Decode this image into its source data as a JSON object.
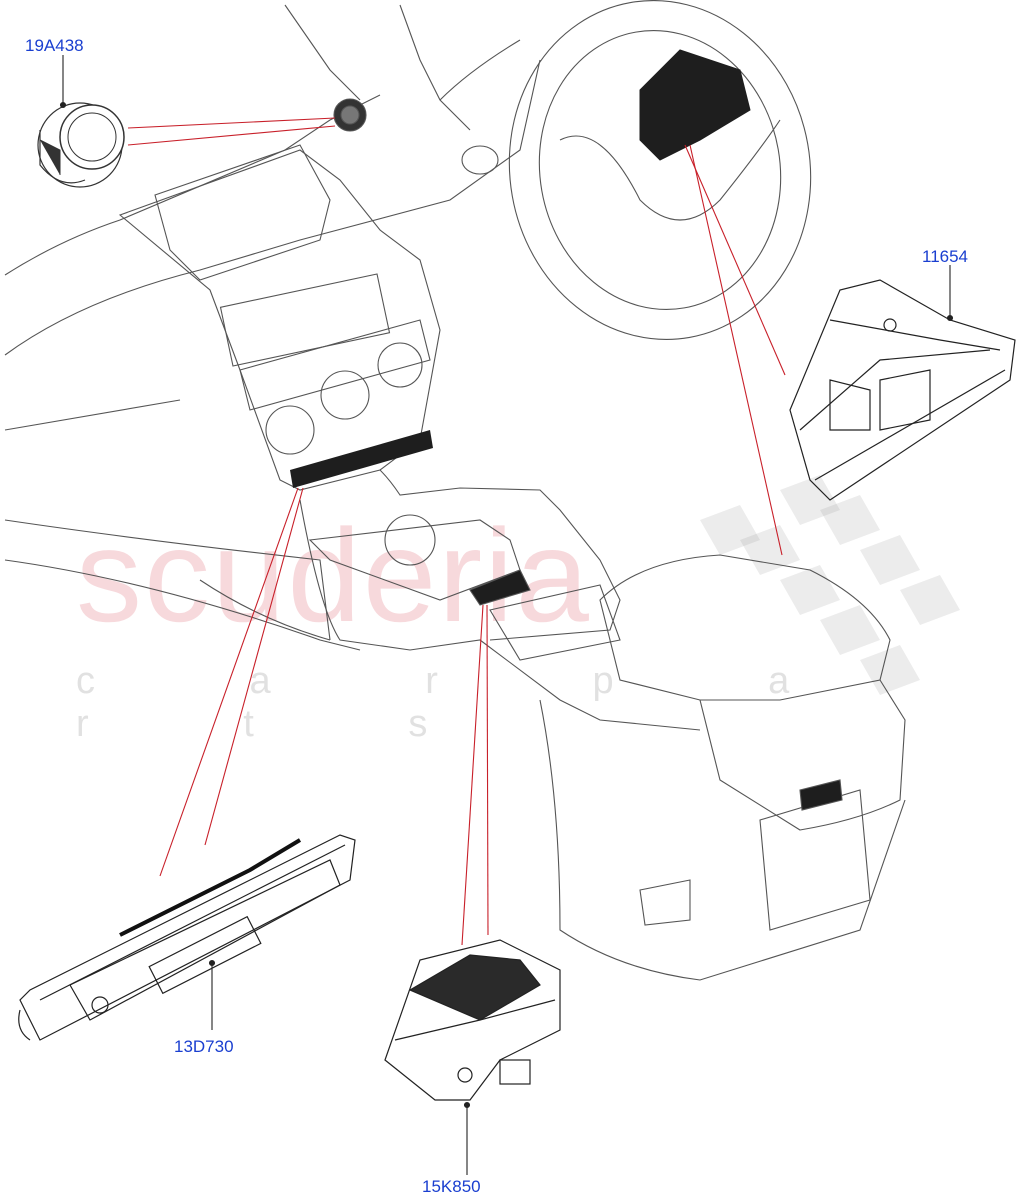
{
  "watermark": {
    "brand": "scuderia",
    "tagline": "c a r p a r t s"
  },
  "labels": {
    "start_stop": "19A438",
    "switch_pack": "11654",
    "center_switches": "13D730",
    "console_switch": "15K850"
  },
  "colors": {
    "label": "#1a3fd0",
    "leader": "#c8202a",
    "outline": "#444444",
    "dark_part": "#1e1e1e"
  }
}
